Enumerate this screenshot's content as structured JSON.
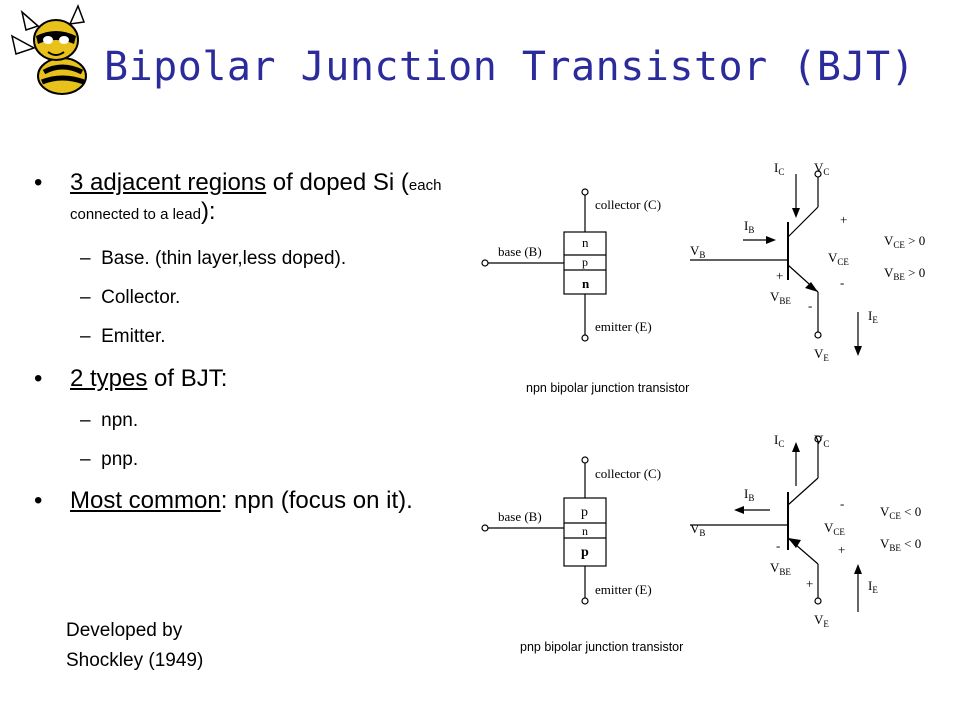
{
  "title": "Bipolar Junction Transistor (BJT)",
  "bullets": {
    "b1_pre": "3 adjacent regions",
    "b1_mid": " of doped Si (",
    "b1_small": "each connected to a lead",
    "b1_post": "):",
    "sub1": [
      "Base. (thin layer,less doped).",
      "Collector.",
      "Emitter."
    ],
    "b2_pre": "2 types",
    "b2_post": " of BJT:",
    "sub2": [
      "npn.",
      "pnp."
    ],
    "b3_pre": "Most common",
    "b3_post": ": npn (focus on it)."
  },
  "credit": [
    "Developed by",
    "Shockley (1949)"
  ],
  "npn": {
    "caption": "npn bipolar junction transistor",
    "collector": "collector (C)",
    "base": "base (B)",
    "emitter": "emitter (E)",
    "layers": [
      "n",
      "p",
      "n"
    ],
    "vce_cond": "V",
    "vce_sub": "CE",
    "vce_op": " > 0",
    "vbe_sub": "BE",
    "vbe_op": " > 0"
  },
  "pnp": {
    "caption": "pnp bipolar junction transistor",
    "collector": "collector (C)",
    "base": "base (B)",
    "emitter": "emitter (E)",
    "layers": [
      "p",
      "n",
      "p"
    ],
    "vce_op": " < 0",
    "vbe_op": " < 0"
  },
  "symbols": {
    "V": "V",
    "I": "I",
    "C": "C",
    "B": "B",
    "E": "E",
    "CE": "CE",
    "BE": "BE",
    "plus": "+",
    "minus": "-"
  }
}
